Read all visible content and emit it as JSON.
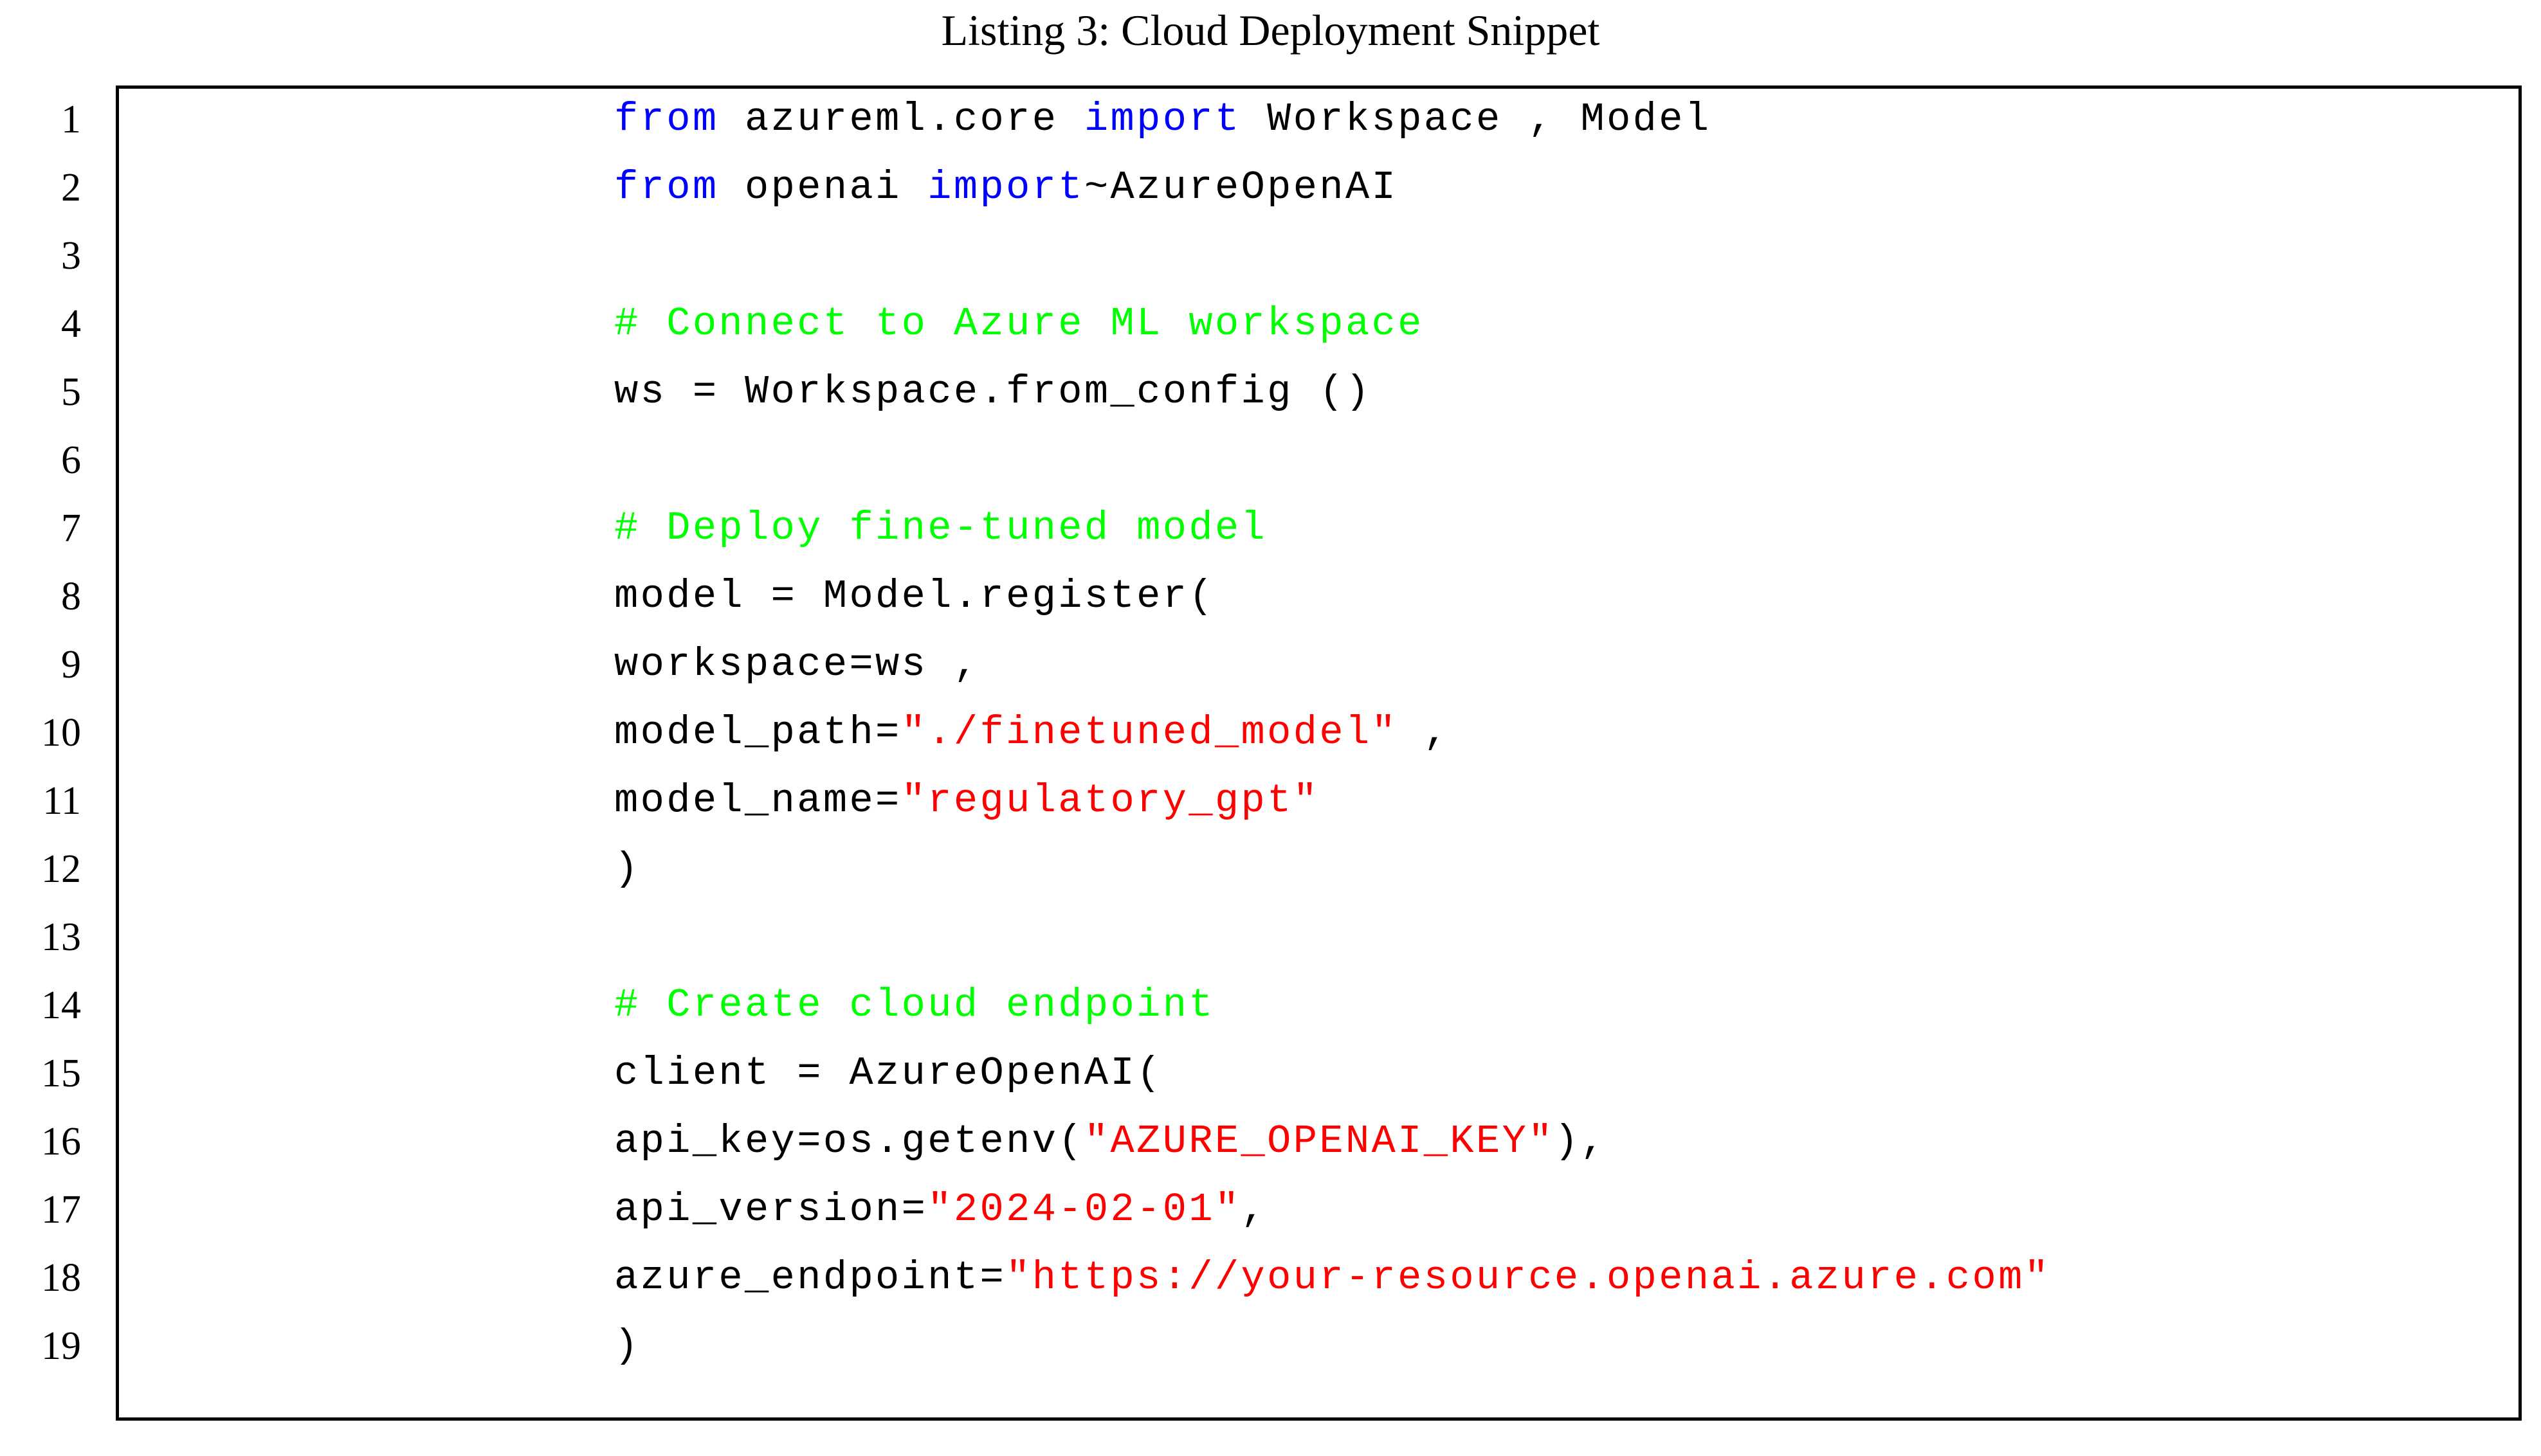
{
  "caption": {
    "label": "Listing 3:",
    "title": "Cloud Deployment Snippet",
    "full": "Listing 3: Cloud Deployment Snippet"
  },
  "colors": {
    "keyword": "#0000ff",
    "comment": "#00ff00",
    "string": "#ff0000",
    "text": "#000000",
    "frame": "#000000",
    "background": "#ffffff"
  },
  "listing": {
    "language": "Python",
    "first_line_number": 1,
    "last_line_number": 19,
    "total_lines": 19,
    "line_numbers": [
      "1",
      "2",
      "3",
      "4",
      "5",
      "6",
      "7",
      "8",
      "9",
      "10",
      "11",
      "12",
      "13",
      "14",
      "15",
      "16",
      "17",
      "18",
      "19"
    ],
    "lines": [
      {
        "number": "1",
        "text": "from azureml.core import Workspace , Model",
        "tokens": [
          {
            "t": "from",
            "c": "kw"
          },
          {
            "t": " azureml.core ",
            "c": "txt"
          },
          {
            "t": "import",
            "c": "kw"
          },
          {
            "t": " Workspace , Model",
            "c": "txt"
          }
        ]
      },
      {
        "number": "2",
        "text": "from openai import~AzureOpenAI",
        "tokens": [
          {
            "t": "from",
            "c": "kw"
          },
          {
            "t": " openai ",
            "c": "txt"
          },
          {
            "t": "import",
            "c": "kw"
          },
          {
            "t": "~AzureOpenAI",
            "c": "txt"
          }
        ]
      },
      {
        "number": "3",
        "text": "",
        "tokens": []
      },
      {
        "number": "4",
        "text": "# Connect to Azure ML workspace",
        "tokens": [
          {
            "t": "# Connect to Azure ML workspace",
            "c": "cmt"
          }
        ]
      },
      {
        "number": "5",
        "text": "ws = Workspace.from_config ()",
        "tokens": [
          {
            "t": "ws = Workspace.from_config ()",
            "c": "txt"
          }
        ]
      },
      {
        "number": "6",
        "text": "",
        "tokens": []
      },
      {
        "number": "7",
        "text": "# Deploy fine-tuned model",
        "tokens": [
          {
            "t": "# Deploy fine-tuned model",
            "c": "cmt"
          }
        ]
      },
      {
        "number": "8",
        "text": "model = Model.register(",
        "tokens": [
          {
            "t": "model = Model.register(",
            "c": "txt"
          }
        ]
      },
      {
        "number": "9",
        "text": "workspace=ws ,",
        "tokens": [
          {
            "t": "workspace=ws ,",
            "c": "txt"
          }
        ]
      },
      {
        "number": "10",
        "text": "model_path=\"./finetuned_model\" ,",
        "tokens": [
          {
            "t": "model_path=",
            "c": "txt"
          },
          {
            "t": "\"./finetuned_model\"",
            "c": "str"
          },
          {
            "t": " ,",
            "c": "txt"
          }
        ]
      },
      {
        "number": "11",
        "text": "model_name=\"regulatory_gpt\"",
        "tokens": [
          {
            "t": "model_name=",
            "c": "txt"
          },
          {
            "t": "\"regulatory_gpt\"",
            "c": "str"
          }
        ]
      },
      {
        "number": "12",
        "text": ")",
        "tokens": [
          {
            "t": ")",
            "c": "txt"
          }
        ]
      },
      {
        "number": "13",
        "text": "",
        "tokens": []
      },
      {
        "number": "14",
        "text": "# Create cloud endpoint",
        "tokens": [
          {
            "t": "# Create cloud endpoint",
            "c": "cmt"
          }
        ]
      },
      {
        "number": "15",
        "text": "client = AzureOpenAI(",
        "tokens": [
          {
            "t": "client = AzureOpenAI(",
            "c": "txt"
          }
        ]
      },
      {
        "number": "16",
        "text": "api_key=os.getenv(\"AZURE_OPENAI_KEY\"),",
        "tokens": [
          {
            "t": "api_key=os.getenv(",
            "c": "txt"
          },
          {
            "t": "\"AZURE_OPENAI_KEY\"",
            "c": "str"
          },
          {
            "t": "),",
            "c": "txt"
          }
        ]
      },
      {
        "number": "17",
        "text": "api_version=\"2024-02-01\",",
        "tokens": [
          {
            "t": "api_version=",
            "c": "txt"
          },
          {
            "t": "\"2024-02-01\"",
            "c": "str"
          },
          {
            "t": ",",
            "c": "txt"
          }
        ]
      },
      {
        "number": "18",
        "text": "azure_endpoint=\"https://your-resource.openai.azure.com\"",
        "tokens": [
          {
            "t": "azure_endpoint=",
            "c": "txt"
          },
          {
            "t": "\"https://your-resource.openai.azure.com\"",
            "c": "str"
          }
        ]
      },
      {
        "number": "19",
        "text": ")",
        "tokens": [
          {
            "t": ")",
            "c": "txt"
          }
        ]
      }
    ]
  }
}
